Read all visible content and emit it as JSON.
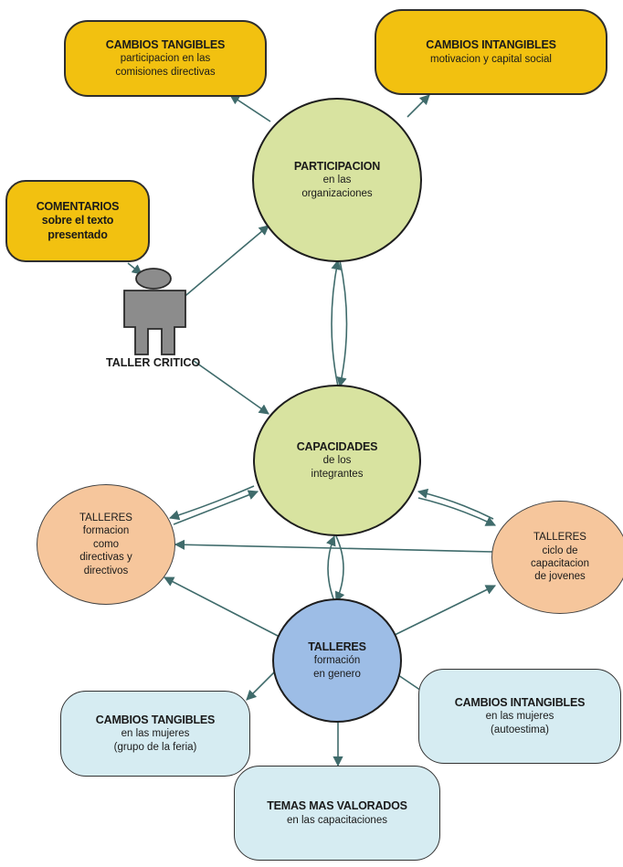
{
  "nodes": {
    "cambios_tangibles_top": {
      "title": "CAMBIOS TANGIBLES",
      "lines": [
        "participacion en las",
        "comisiones directivas"
      ]
    },
    "cambios_intangibles_top": {
      "title": "CAMBIOS INTANGIBLES",
      "lines": [
        "motivacion  y capital social"
      ]
    },
    "comentarios": {
      "title": "COMENTARIOS",
      "lines": [
        "sobre el texto",
        "presentado"
      ]
    },
    "participacion": {
      "title": "PARTICIPACION",
      "lines": [
        "en las",
        "organizaciones"
      ]
    },
    "capacidades": {
      "title": "CAPACIDADES",
      "lines": [
        "de los",
        "integrantes"
      ]
    },
    "talleres_directivas": {
      "title": "TALLERES",
      "lines": [
        "formacion",
        "como",
        "directivas y",
        "directivos"
      ]
    },
    "talleres_jovenes": {
      "title": "TALLERES",
      "lines": [
        "ciclo de",
        "capacitacion",
        "de jovenes"
      ]
    },
    "talleres_genero": {
      "title": "TALLERES",
      "lines": [
        "formación",
        "en genero"
      ]
    },
    "cambios_tangibles_mujeres": {
      "title": "CAMBIOS TANGIBLES",
      "lines": [
        "en las mujeres",
        "(grupo de la feria)"
      ]
    },
    "cambios_intangibles_mujeres": {
      "title": "CAMBIOS INTANGIBLES",
      "lines": [
        "en las mujeres",
        "(autoestima)"
      ]
    },
    "temas_valorados": {
      "title": "TEMAS MAS VALORADOS",
      "lines": [
        "en las capacitaciones"
      ]
    }
  },
  "taller_critico_label": "TALLER CRITICO",
  "colors": {
    "yellow": "#f2c110",
    "green": "#d8e3a0",
    "orange": "#f6c69c",
    "blue": "#9dbde6",
    "light_blue": "#d6ecf2",
    "person_gray": "#8c8c8c",
    "connector": "#3f6b6b"
  },
  "icons": {
    "person": "person-icon"
  }
}
